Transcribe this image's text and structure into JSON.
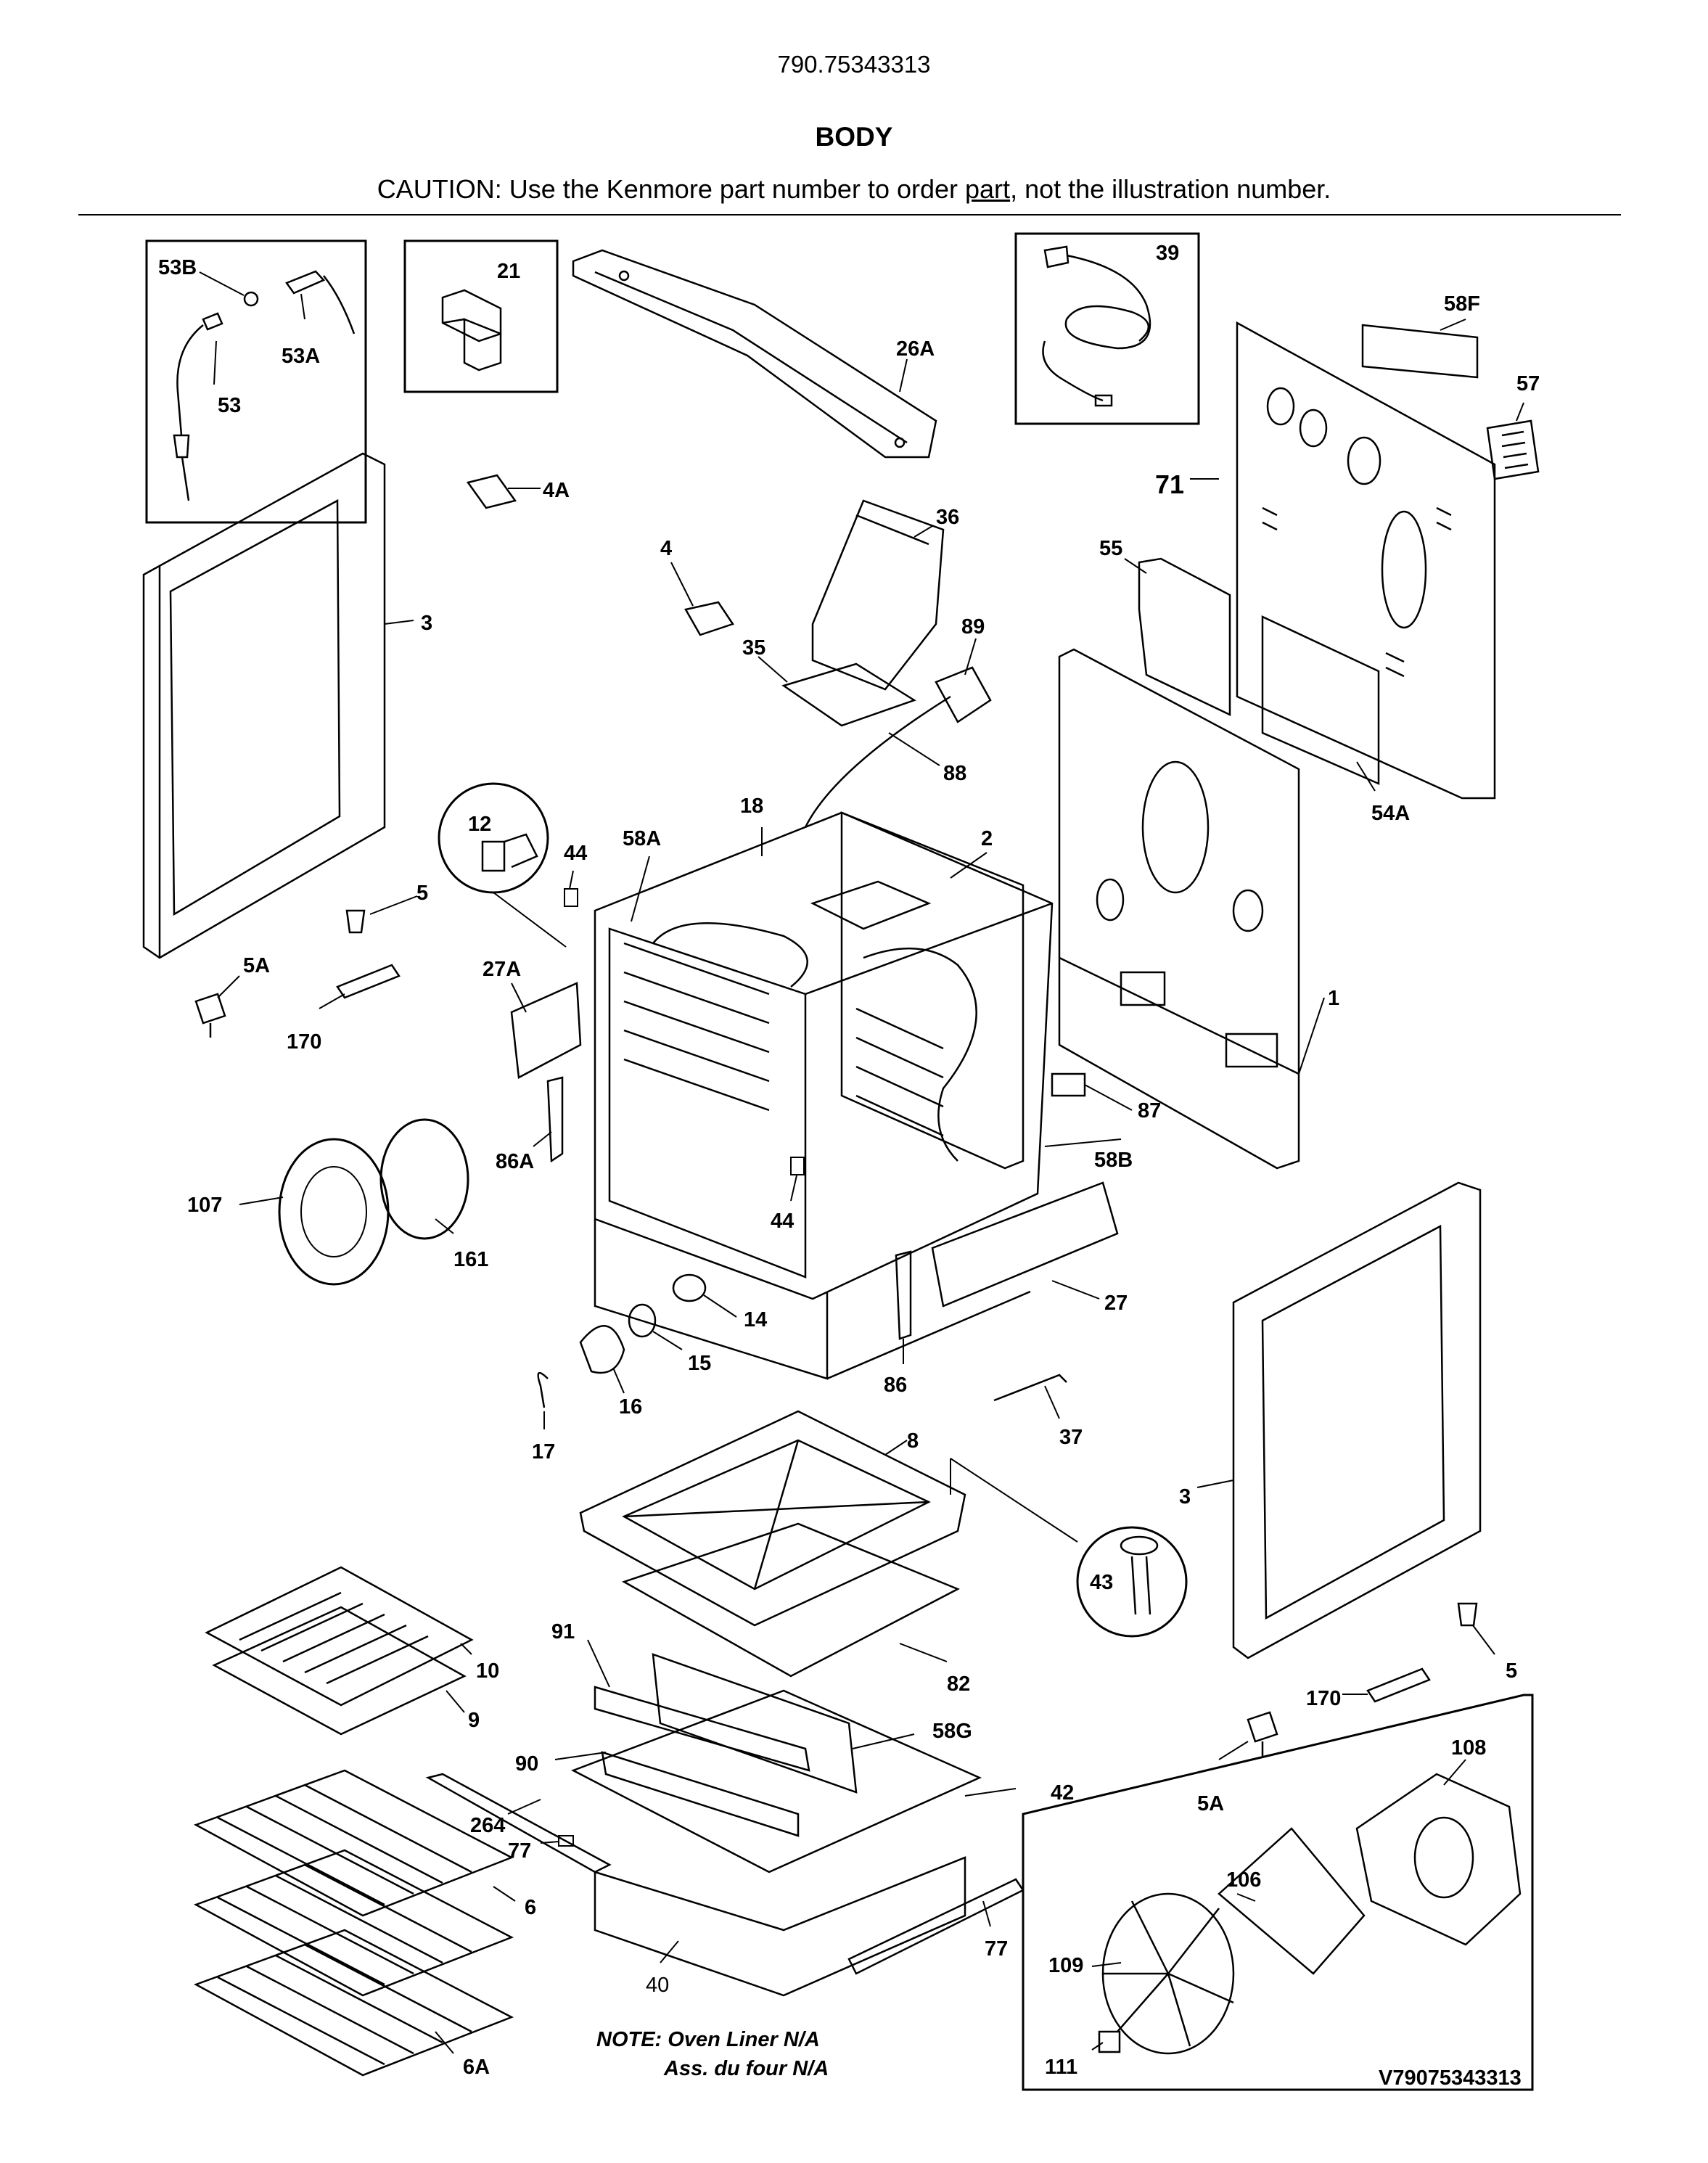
{
  "header": {
    "model": "790.75343313",
    "title": "BODY",
    "caution_prefix": "CAUTION: Use the Kenmore part number to order ",
    "caution_link": "part",
    "caution_suffix": ", not the illustration number."
  },
  "note": {
    "line1": "NOTE: Oven Liner N/A",
    "line2": "Ass. du four N/A"
  },
  "diagram_code": "V79075343313",
  "labels": {
    "p53B": "53B",
    "p53A": "53A",
    "p53": "53",
    "p21": "21",
    "p26A": "26A",
    "p39": "39",
    "p58F": "58F",
    "p57": "57",
    "p71": "71",
    "p4A": "4A",
    "p36": "36",
    "p3a": "3",
    "p4": "4",
    "p55": "55",
    "p35": "35",
    "p89": "89",
    "p88": "88",
    "p54A": "54A",
    "p12": "12",
    "p44a": "44",
    "p18": "18",
    "p58A": "58A",
    "p2": "2",
    "p5a": "5",
    "p5Aa": "5A",
    "p27A": "27A",
    "p170a": "170",
    "p1": "1",
    "p87": "87",
    "p86A": "86A",
    "p58B": "58B",
    "p107": "107",
    "p161": "161",
    "p44b": "44",
    "p14": "14",
    "p27": "27",
    "p15": "15",
    "p86": "86",
    "p16": "16",
    "p17": "17",
    "p37": "37",
    "p8": "8",
    "p3b": "3",
    "p43": "43",
    "p10": "10",
    "p9": "9",
    "p91": "91",
    "p82": "82",
    "p5b": "5",
    "p170b": "170",
    "p90": "90",
    "p58G": "58G",
    "p42": "42",
    "p108": "108",
    "p264": "264",
    "p77a": "77",
    "p5Ab": "5A",
    "p6": "6",
    "p106": "106",
    "p109": "109",
    "p77b": "77",
    "p40": "40",
    "p111": "111",
    "p6A": "6A"
  }
}
